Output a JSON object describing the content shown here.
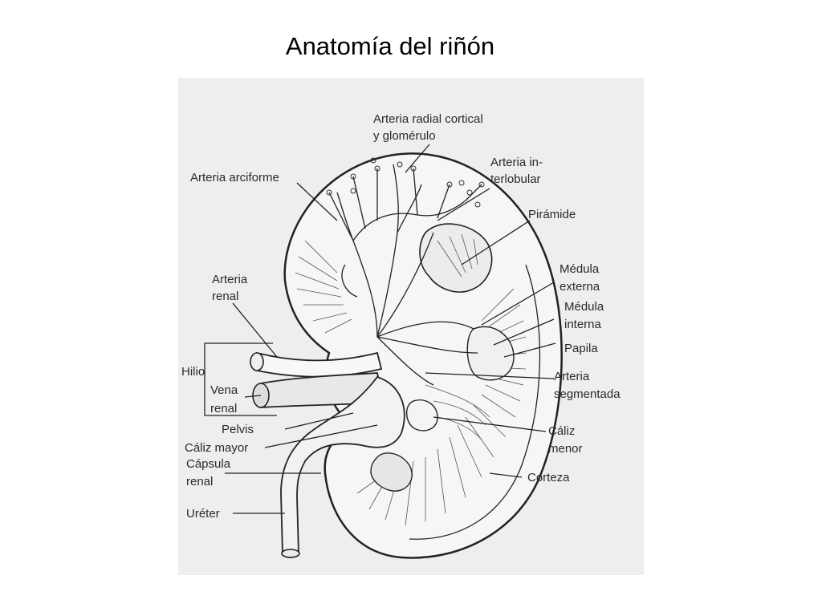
{
  "title": "Anatomía del riñón",
  "labels": {
    "arteria_radial_1": "Arteria radial cortical",
    "arteria_radial_2": "y glomérulo",
    "arteria_arciforme": "Arteria arciforme",
    "arteria_inter_1": "Arteria in-",
    "arteria_inter_2": "terlobular",
    "piramide": "Pirámide",
    "arteria_renal_1": "Arteria",
    "arteria_renal_2": "renal",
    "medula_externa_1": "Médula",
    "medula_externa_2": "externa",
    "medula_interna_1": "Médula",
    "medula_interna_2": "interna",
    "papila": "Papila",
    "hilio": "Hilio",
    "arteria_segmentada_1": "Arteria",
    "arteria_segmentada_2": "segmentada",
    "vena_renal_1": "Vena",
    "vena_renal_2": "renal",
    "pelvis": "Pelvis",
    "caliz_mayor": "Cáliz mayor",
    "caliz_menor_1": "Cáliz",
    "caliz_menor_2": "menor",
    "capsula_renal_1": "Cápsula",
    "capsula_renal_2": "renal",
    "corteza": "Corteza",
    "ureter": "Uréter"
  }
}
